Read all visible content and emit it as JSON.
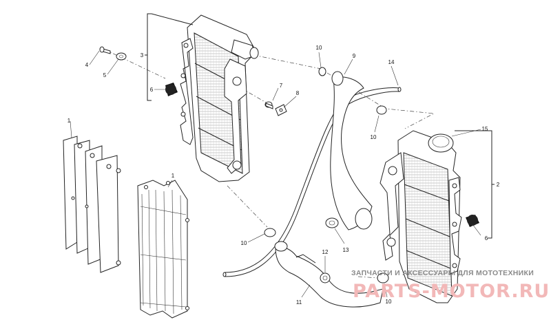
{
  "labels": {
    "l1a": "1",
    "l1b": "1",
    "l2": "2",
    "l3": "3",
    "l4": "4",
    "l5": "5",
    "l6a": "6",
    "l6b": "6",
    "l7": "7",
    "l8": "8",
    "l9": "9",
    "l10a": "10",
    "l10b": "10",
    "l10c": "10",
    "l10d": "10",
    "l11": "11",
    "l12": "12",
    "l13": "13",
    "l14": "14",
    "l15": "15"
  },
  "watermark": {
    "caption": "ЗАПЧАСТИ И АКСЕССУАРЫ ДЛЯ МОТОТЕХНИКИ",
    "logo": "PARTS-MOTOR.RU"
  }
}
